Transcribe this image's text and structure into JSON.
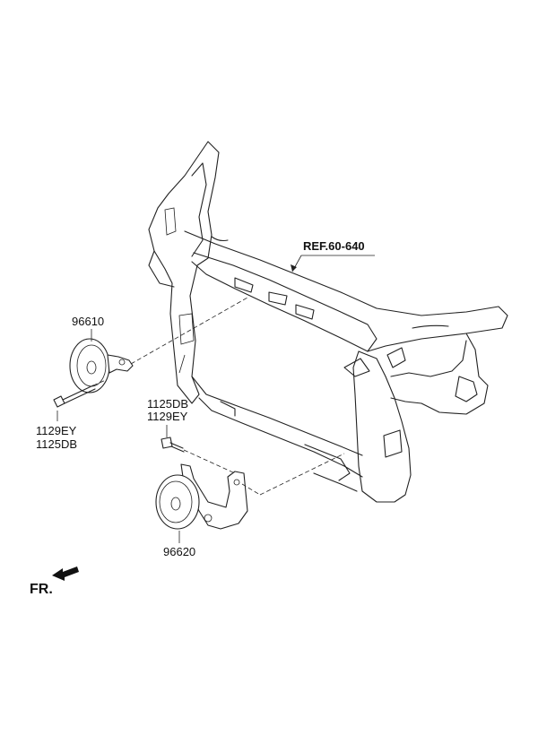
{
  "reference": {
    "label": "REF.60-640"
  },
  "parts": {
    "horn_upper": {
      "number": "96610"
    },
    "horn_lower": {
      "number": "96620"
    },
    "bolt_upper": {
      "line1": "1129EY",
      "line2": "1125DB"
    },
    "bolt_lower": {
      "line1": "1125DB",
      "line2": "1129EY"
    }
  },
  "front_indicator": {
    "label": "FR."
  }
}
